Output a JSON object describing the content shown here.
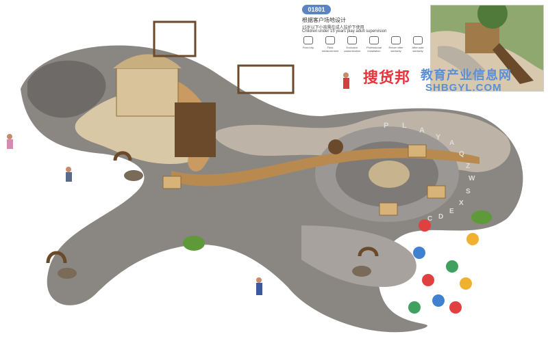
{
  "header": {
    "model_number": "01801",
    "title_cn": "根据客户场地设计",
    "subtitle_cn": "15岁以下小孩需在成人监护下使用",
    "subtitle_en": "Children under 15 years play adult supervision"
  },
  "features": [
    {
      "label": "Fixed trip",
      "icon": "chart-icon"
    },
    {
      "label": "Field measurement",
      "icon": "ruler-icon"
    },
    {
      "label": "Exclusive customization",
      "icon": "gear-icon"
    },
    {
      "label": "Professional installation",
      "icon": "wrench-icon"
    },
    {
      "label": "Return after warranty",
      "icon": "thumb-icon"
    },
    {
      "label": "After-sale warranty",
      "icon": "shield-icon"
    }
  ],
  "ground_lettering": {
    "play": [
      "P",
      "L",
      "A",
      "Y"
    ],
    "alphabet": [
      "A",
      "Q",
      "Z",
      "W",
      "S",
      "X",
      "E",
      "D",
      "C"
    ]
  },
  "watermark": {
    "brand_cn": "搜货邦",
    "brand_cn2": "教育产业信息网",
    "url": "SHBGYL.COM"
  },
  "colors": {
    "badge": "#5b84c4",
    "watermark_red": "#e8333b",
    "watermark_blue": "#5a8fd6",
    "ground_dark": "#7a7a7a",
    "ground_light": "#bdb3a6",
    "wood": "#c99a62"
  }
}
